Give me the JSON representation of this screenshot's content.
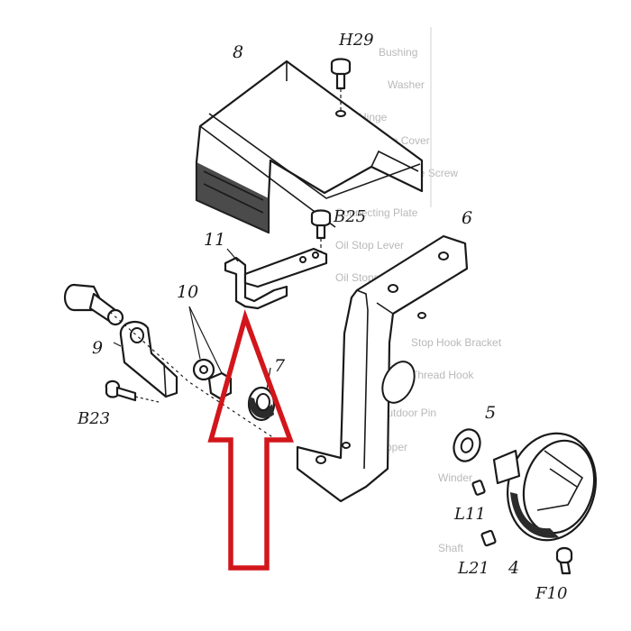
{
  "labels": {
    "part_8": "8",
    "part_h29": "H29",
    "part_b25": "B25",
    "part_6": "6",
    "part_11": "11",
    "part_10": "10",
    "part_9": "9",
    "part_7": "7",
    "part_b23": "B23",
    "part_5": "5",
    "part_l11": "L11",
    "part_l21": "L21",
    "part_4": "4",
    "part_f10": "F10"
  },
  "background_text": [
    "Bushing",
    "Washer",
    "Hinge",
    "Hinge Cover",
    "Hinge Screw",
    "Connecting Plate",
    "Oil Stop Lever",
    "Oil Stopper",
    "Stop Hook Bracket",
    "Thread Hook",
    "Outdoor Pin",
    "Stopper",
    "Winder",
    "Shaft"
  ],
  "colors": {
    "line": "#1a1a1a",
    "arrow": "#d2161b",
    "ghost_text": "#b9b9b9"
  },
  "arrow": {
    "direction": "up",
    "points_to": "part_11"
  }
}
